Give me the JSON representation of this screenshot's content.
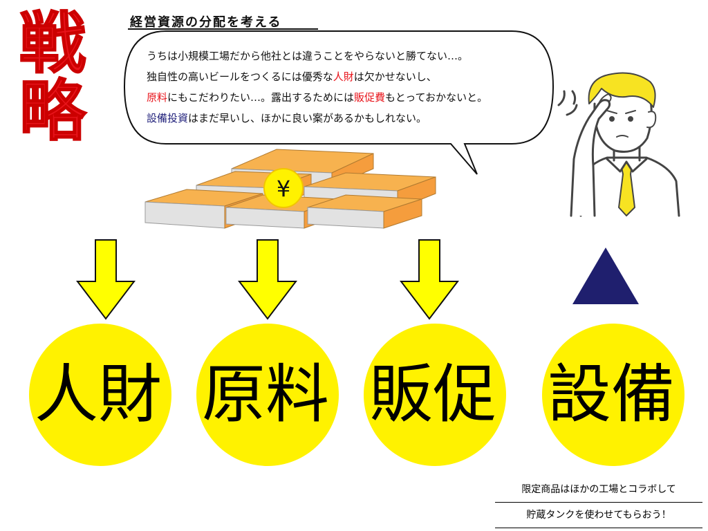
{
  "title": {
    "line1": "戦",
    "line2": "略"
  },
  "subtitle": "経営資源の分配を考える",
  "speech": {
    "line1": "うちは小規模工場だから他社とは違うことをやらないと勝てない…。",
    "line2_a": "独自性の高いビールをつくるには優秀な",
    "line2_red": "人財",
    "line2_b": "は欠かせないし、",
    "line3_red1": "原料",
    "line3_a": "にもこだわりたい…。露出するためには",
    "line3_red2": "販促費",
    "line3_b": "もとっておかないと。",
    "line4_blue": "設備投資",
    "line4_a": "はまだ早いし、ほかに良い案があるかもしれない。"
  },
  "yen_symbol": "¥",
  "resources": [
    {
      "label": "人財",
      "indicator": "down-arrow"
    },
    {
      "label": "原料",
      "indicator": "down-arrow"
    },
    {
      "label": "販促",
      "indicator": "down-arrow"
    },
    {
      "label": "設備",
      "indicator": "up-triangle"
    }
  ],
  "footer_note": {
    "line1": "限定商品はほかの工場とコラボして",
    "line2": "貯蔵タンクを使わせてもらおう！"
  },
  "colors": {
    "title_red": "#e8141b",
    "highlight_red": "#e8141b",
    "highlight_blue": "#1f1f7a",
    "yellow": "#fff200",
    "arrow_yellow": "#ffff00",
    "triangle_navy": "#1f1f6e",
    "gold_orange": "#f7b24f"
  },
  "icons": {
    "speech": "speech-bubble",
    "money": "gold-bars-icon",
    "person": "worried-man-illustration"
  }
}
